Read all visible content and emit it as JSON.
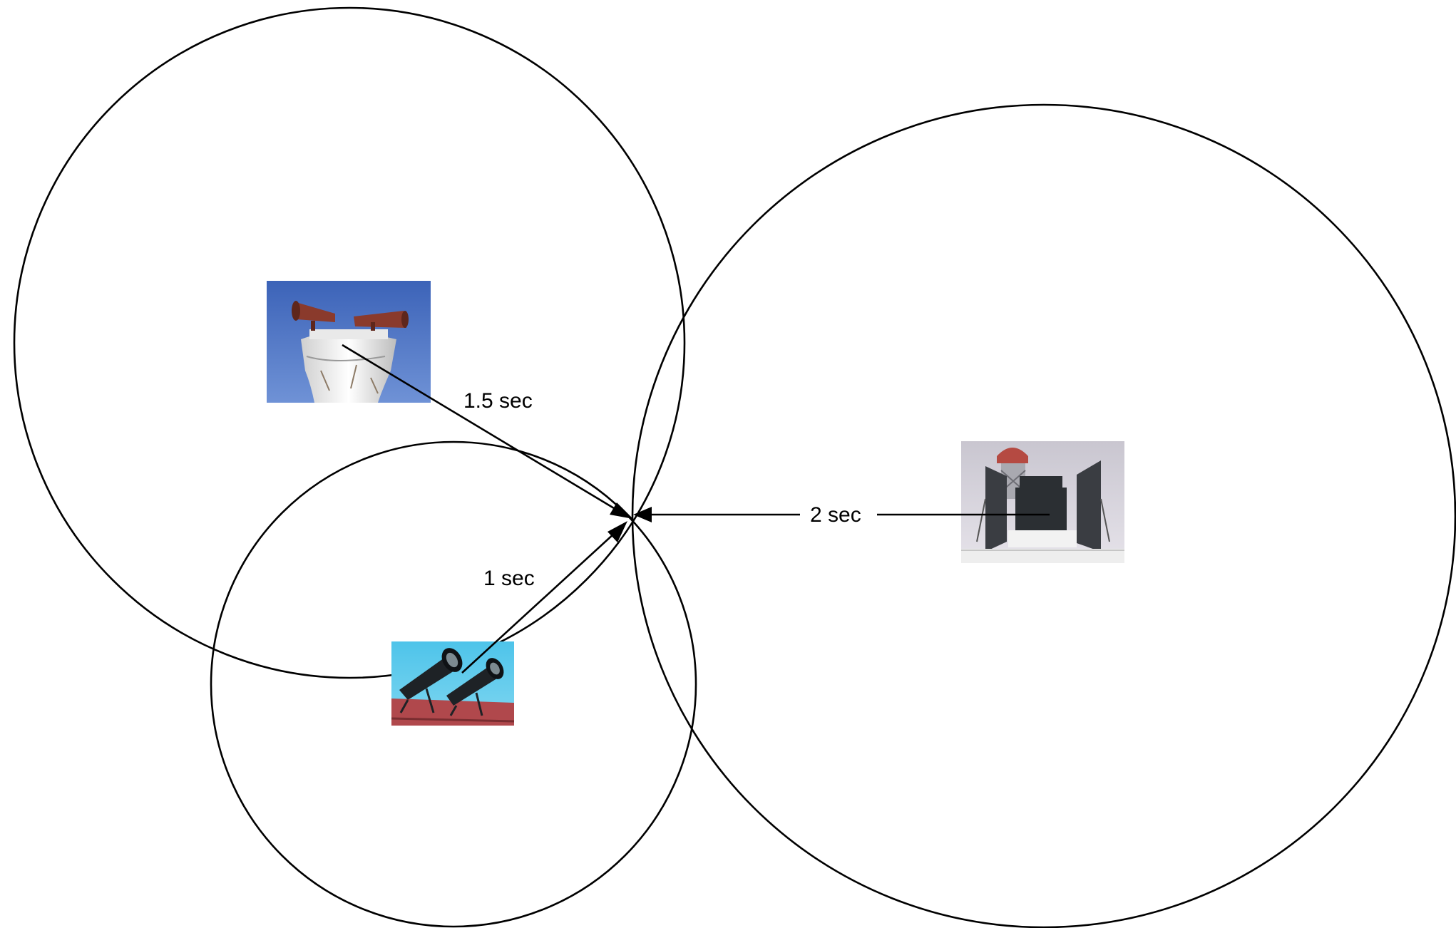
{
  "labels": {
    "horn_a_time": "1.5 sec",
    "horn_b_time": "1 sec",
    "horn_c_time": "2 sec"
  },
  "colors": {
    "stroke": "#000000",
    "background": "#ffffff",
    "sky_blue_photo": "#4a72c4",
    "sky_cyan_photo": "#58c8ea",
    "sky_grey_photo": "#d5d2da",
    "horn_rust": "#8a3a2c",
    "horn_dark": "#2b2f33",
    "roof_red": "#b0484c"
  },
  "icons": {
    "horn_a": "twin-rust-foghorn-tower-photo",
    "horn_b": "twin-black-foghorn-roof-photo",
    "horn_c": "grey-lighthouse-foghorn-photo"
  }
}
